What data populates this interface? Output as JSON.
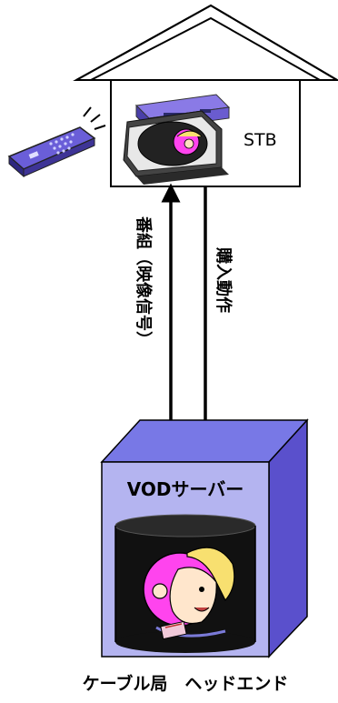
{
  "house": {
    "stb_label": "STB"
  },
  "arrows": {
    "down_label": "番組（映像信号）",
    "up_label": "購入動作"
  },
  "server": {
    "label": "VODサーバー"
  },
  "footer": {
    "caption": "ケーブル局　ヘッドエンド"
  },
  "colors": {
    "server_front": "#B4B4F0",
    "server_top": "#7878E6",
    "server_side": "#5A50CC",
    "stb_body": "#7060D0",
    "remote_body": "#6A5ED8",
    "character_face": "#FF44EE"
  }
}
